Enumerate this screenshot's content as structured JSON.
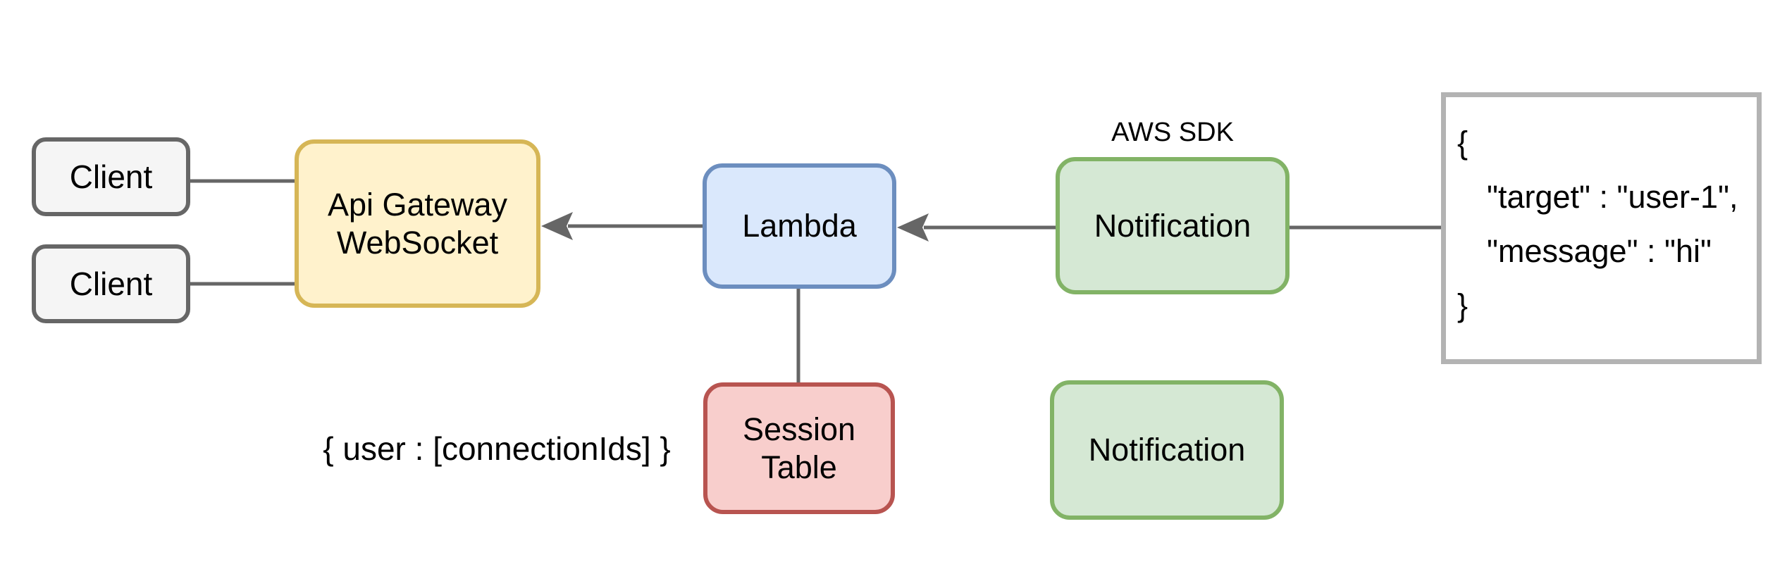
{
  "diagram": {
    "nodes": {
      "client_1": {
        "label": "Client"
      },
      "client_2": {
        "label": "Client"
      },
      "api_gateway": {
        "label": "Api Gateway\nWebSocket"
      },
      "lambda": {
        "label": "Lambda"
      },
      "notification_top": {
        "label": "Notification"
      },
      "notification_bottom": {
        "label": "Notification"
      },
      "session_table": {
        "label": "Session\nTable"
      }
    },
    "annotations": {
      "aws_sdk": "AWS SDK",
      "session_mapping": "{ user : [connectionIds] }"
    },
    "payload": {
      "lines": [
        "{",
        "\"target\" : \"user-1\",",
        "\"message\" : \"hi\"",
        "}"
      ]
    },
    "colors": {
      "client_fill": "#f5f5f5",
      "client_border": "#666666",
      "api_gateway_fill": "#fff2cc",
      "api_gateway_border": "#d6b656",
      "lambda_fill": "#dae8fc",
      "lambda_border": "#6c8ebf",
      "notification_fill": "#d5e8d4",
      "notification_border": "#82b366",
      "session_table_fill": "#f8cecc",
      "session_table_border": "#b85450",
      "payload_box_border": "#b3b3b3",
      "connector": "#666666",
      "text": "#000000",
      "background": "#ffffff"
    }
  }
}
